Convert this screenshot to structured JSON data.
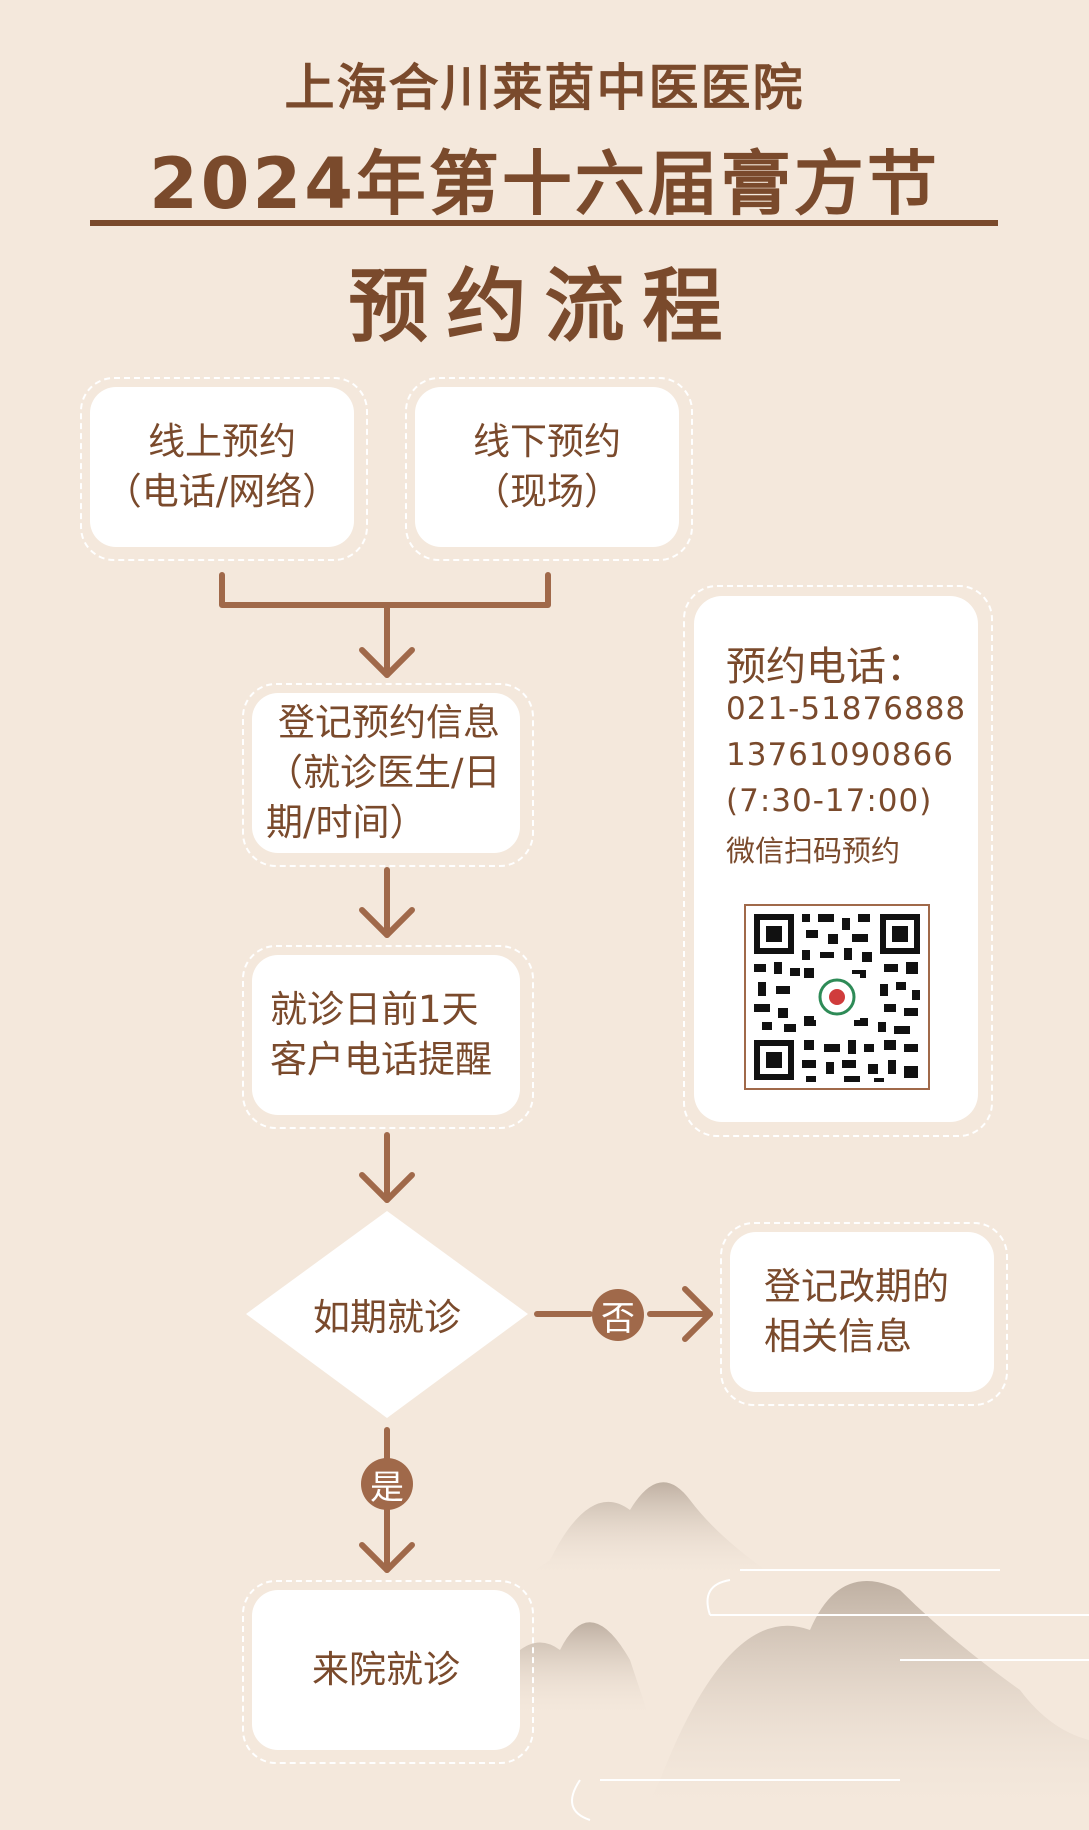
{
  "header": {
    "hospital_name": "上海合川莱茵中医医院",
    "event_title": "2024年第十六届膏方节",
    "section_title": "预约流程"
  },
  "flow": {
    "online": {
      "line1": "线上预约",
      "line2": "（电话/网络）"
    },
    "offline": {
      "line1": "线下预约",
      "line2": "（现场）"
    },
    "register": {
      "line1": "登记预约信息",
      "line2": "（就诊医生/日",
      "line3": "期/时间）"
    },
    "reminder": {
      "line1": "就诊日前1天",
      "line2": "客户电话提醒"
    },
    "decision": "如期就诊",
    "no_label": "否",
    "yes_label": "是",
    "reschedule": {
      "line1": "登记改期的",
      "line2": "相关信息"
    },
    "visit": "来院就诊"
  },
  "contact": {
    "title": "预约电话：",
    "phone1": "021-51876888",
    "phone2": "13761090866",
    "hours": "(7:30-17:00)",
    "wechat": "微信扫码预约"
  },
  "colors": {
    "background": "#f4e8dc",
    "brown": "#7a4a2c",
    "accent": "#a0694a",
    "card": "#ffffff"
  }
}
